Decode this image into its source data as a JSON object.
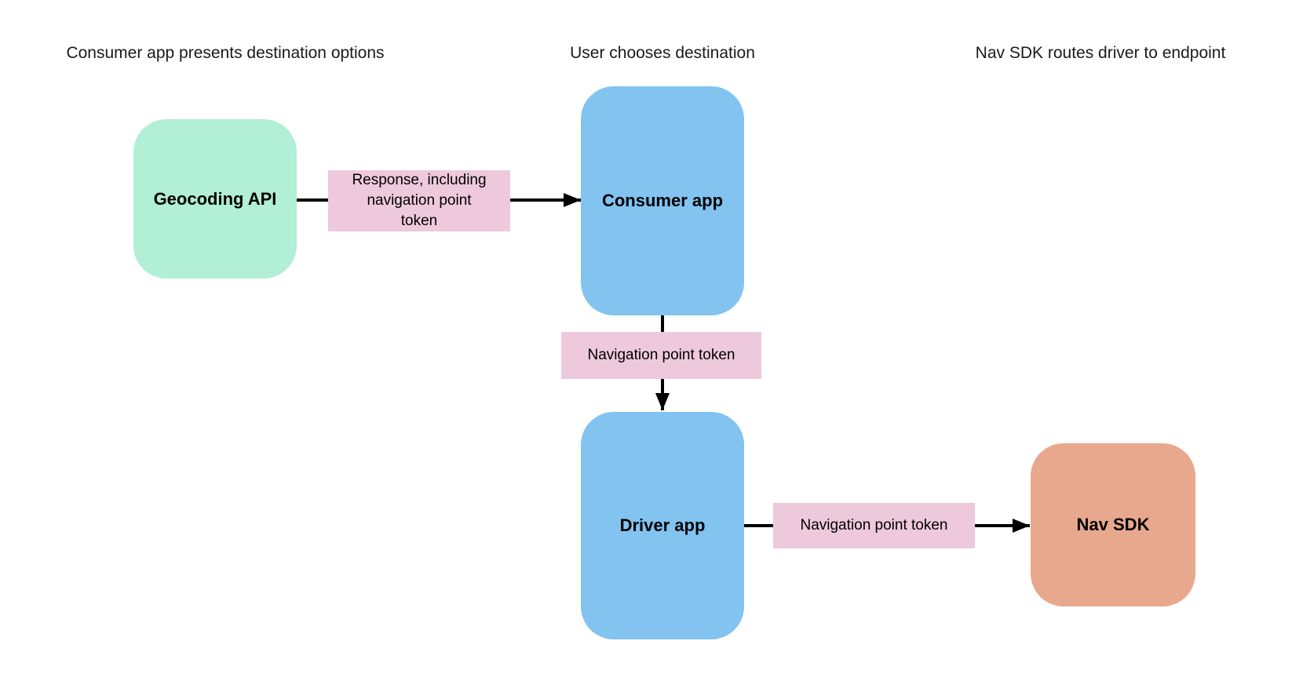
{
  "lanes": [
    {
      "title": "Consumer app presents destination options"
    },
    {
      "title": "User chooses destination"
    },
    {
      "title": "Nav SDK routes driver to endpoint"
    }
  ],
  "nodes": {
    "geocoding": {
      "label": "Geocoding API",
      "fill": "#b1efd7"
    },
    "consumer": {
      "label": "Consumer app",
      "fill": "#82c3f0"
    },
    "driver": {
      "label": "Driver app",
      "fill": "#82c3f0"
    },
    "navsdk": {
      "label": "Nav SDK",
      "fill": "#e8a88e"
    }
  },
  "edge_labels": {
    "response": {
      "lines": [
        "Response, including",
        "navigation point",
        "token"
      ],
      "fill": "#eec9dc"
    },
    "token_consumer_to_driver": {
      "text": "Navigation point token",
      "fill": "#eec9dc"
    },
    "token_driver_to_navsdk": {
      "text": "Navigation point token",
      "fill": "#eec9dc"
    }
  },
  "colors": {
    "arrow": "#000000",
    "background": "#ffffff",
    "text": "#1a1a1a"
  }
}
